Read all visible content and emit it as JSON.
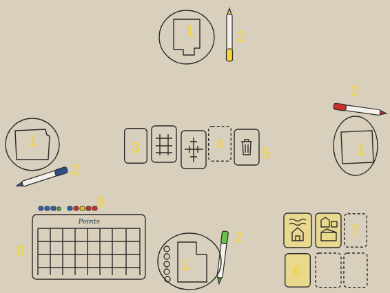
{
  "diagram": {
    "nodes": [
      {
        "text": [
          "1"
        ]
      },
      {
        "text": [
          "1"
        ]
      },
      {
        "text": [
          "3"
        ]
      },
      {
        "text": [
          "4"
        ]
      },
      {
        "text": [
          "1"
        ]
      },
      {
        "text": [
          "Points"
        ]
      },
      {
        "text": [
          "7"
        ]
      },
      {
        "text": [
          "1"
        ]
      },
      {
        "text": [
          "6"
        ]
      }
    ],
    "labels": [
      "2",
      "2",
      "2",
      "5",
      "2",
      "9",
      "8"
    ]
  }
}
